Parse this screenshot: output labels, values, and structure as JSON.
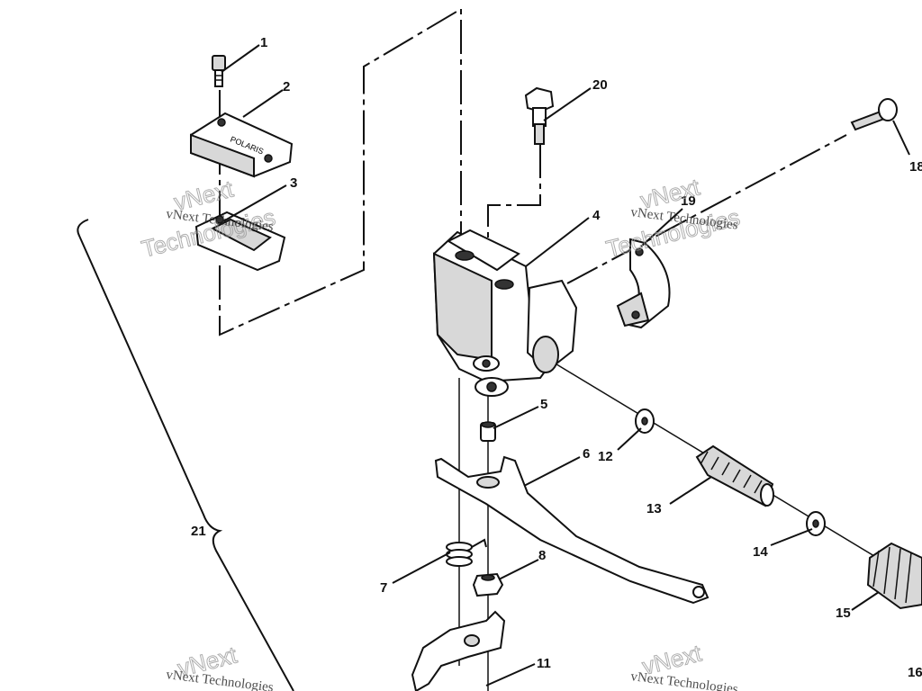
{
  "callouts": [
    {
      "id": "1",
      "label": "1"
    },
    {
      "id": "2",
      "label": "2"
    },
    {
      "id": "3",
      "label": "3"
    },
    {
      "id": "4",
      "label": "4"
    },
    {
      "id": "5",
      "label": "5"
    },
    {
      "id": "6",
      "label": "6"
    },
    {
      "id": "7",
      "label": "7"
    },
    {
      "id": "8",
      "label": "8"
    },
    {
      "id": "11",
      "label": "11"
    },
    {
      "id": "12",
      "label": "12"
    },
    {
      "id": "13",
      "label": "13"
    },
    {
      "id": "14",
      "label": "14"
    },
    {
      "id": "15",
      "label": "15"
    },
    {
      "id": "16",
      "label": "16"
    },
    {
      "id": "18",
      "label": "18"
    },
    {
      "id": "19",
      "label": "19"
    },
    {
      "id": "20",
      "label": "20"
    },
    {
      "id": "21",
      "label": "21"
    }
  ],
  "cap_text": "POLARIS",
  "watermark": {
    "line1": "vNext Technologies",
    "line2": "vNext",
    "line3": "Technologies"
  }
}
